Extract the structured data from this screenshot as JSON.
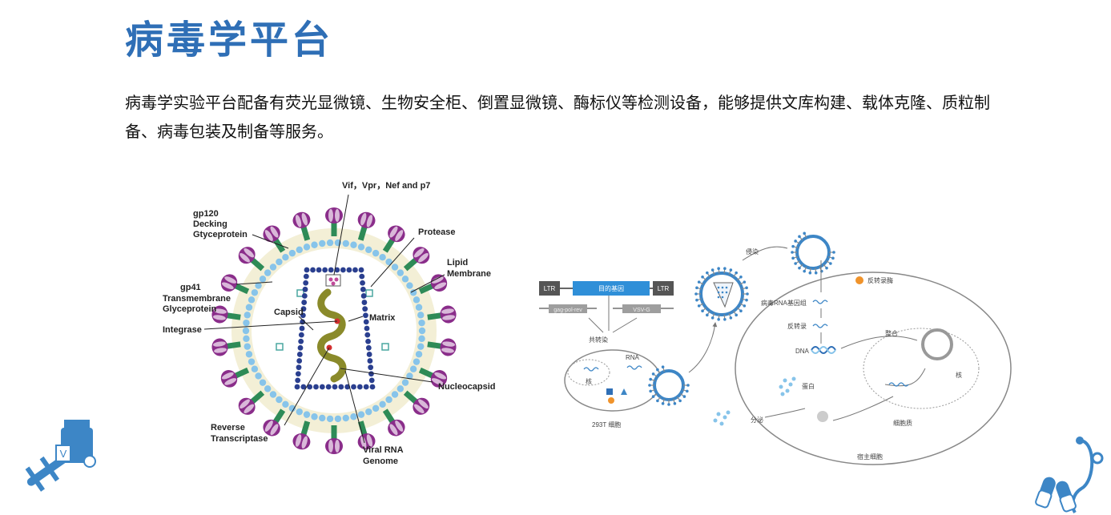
{
  "page": {
    "title": "病毒学平台",
    "description": "病毒学实验平台配备有荧光显微镜、生物安全柜、倒置显微镜、酶标仪等检测设备，能够提供文库构建、载体克隆、质粒制备、病毒包装及制备等服务。"
  },
  "virion": {
    "vif": "Vif，Vpr，Nef and p7",
    "gp120_1": "gp120",
    "gp120_2": "Decking",
    "gp120_3": "Gtyceprotein",
    "protease": "Protease",
    "lipid_1": "Lipid",
    "lipid_2": "Membrane",
    "gp41_1": "gp41",
    "gp41_2": "Transmembrane",
    "gp41_3": "Glyceprotein",
    "capsid": "Capsid",
    "matrix": "Matrix",
    "integrase": "Integrase",
    "nucleocapsid": "Nucleocapsid",
    "rt_1": "Reverse",
    "rt_2": "Transcriptase",
    "rna_1": "Viral RNA",
    "rna_2": "Genome"
  },
  "workflow": {
    "ltr_left": "LTR",
    "target_gene": "目的基因",
    "ltr_right": "LTR",
    "gag_pol": "gag-pol-rev",
    "vsvg": "VSV-G",
    "cotransfect": "共转染",
    "rna": "RNA",
    "nucleus_293": "核",
    "cell_293": "293T 细胞",
    "infect": "侵染",
    "rt_enzyme": "反转录酶",
    "viral_rna_genome": "病毒RNA基因组",
    "reverse_transcription": "反转录",
    "dna": "DNA",
    "integration": "整合",
    "nucleus_host": "核",
    "protein": "蛋白",
    "secrete": "分泌",
    "cytoplasm": "细胞质",
    "host_cell": "宿主细胞"
  },
  "colors": {
    "title": "#2f6fb6",
    "spike": "#8a2d8a",
    "stalk": "#2e8b57",
    "membrane_dot": "#87c4ea",
    "capsid_dot": "#2a3f8f",
    "rna": "#8a8a2a",
    "virus_blue": "#3d86c6"
  }
}
